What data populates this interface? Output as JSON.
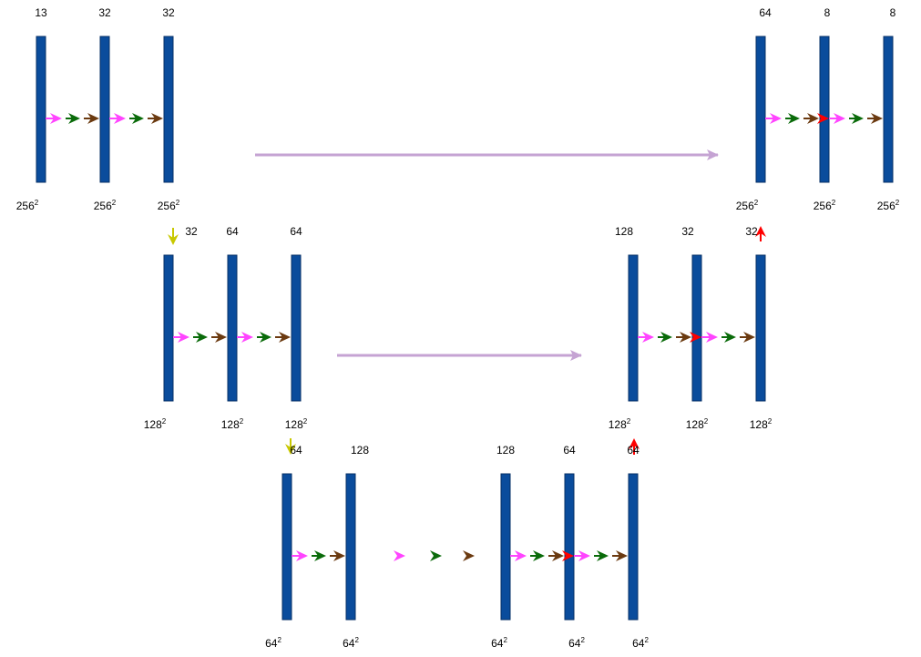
{
  "colors": {
    "layer_fill": "#0a4c9c",
    "layer_stroke": "#062f66",
    "conv": "#ff44ff",
    "batchnorm": "#0a6b0a",
    "activation": "#6b3a10",
    "concat": "#ff0000",
    "downsample": "#c8c800",
    "upsample": "#ff0000",
    "skip": "#c5a3d3"
  },
  "icons": {
    "layer": "vertical-bar",
    "op_arrow": "chevron-arrowhead",
    "skip": "long-thin-arrow",
    "downsample": "down-arrow-icon",
    "upsample": "up-arrow-icon"
  },
  "layers": [
    {
      "id": "enc1-in",
      "channels": "13",
      "size": "256"
    },
    {
      "id": "enc1-c1",
      "channels": "32",
      "size": "256"
    },
    {
      "id": "enc1-c2",
      "channels": "32",
      "size": "256"
    },
    {
      "id": "dec1-cat",
      "channels": "64",
      "size": "256"
    },
    {
      "id": "dec1-c1",
      "channels": "8",
      "size": "256"
    },
    {
      "id": "dec1-out",
      "channels": "8",
      "size": "256"
    },
    {
      "id": "enc2-in",
      "channels": "32",
      "size": "128"
    },
    {
      "id": "enc2-c1",
      "channels": "64",
      "size": "128"
    },
    {
      "id": "enc2-c2",
      "channels": "64",
      "size": "128"
    },
    {
      "id": "dec2-cat",
      "channels": "128",
      "size": "128"
    },
    {
      "id": "dec2-c1",
      "channels": "32",
      "size": "128"
    },
    {
      "id": "dec2-c2",
      "channels": "32",
      "size": "128"
    },
    {
      "id": "bott-in",
      "channels": "64",
      "size": "64"
    },
    {
      "id": "bott-c1",
      "channels": "128",
      "size": "64"
    },
    {
      "id": "bott-c2",
      "channels": "128",
      "size": "64"
    },
    {
      "id": "bott-c3",
      "channels": "64",
      "size": "64"
    },
    {
      "id": "bott-out",
      "channels": "64",
      "size": "64"
    }
  ],
  "size_exponent": "2"
}
